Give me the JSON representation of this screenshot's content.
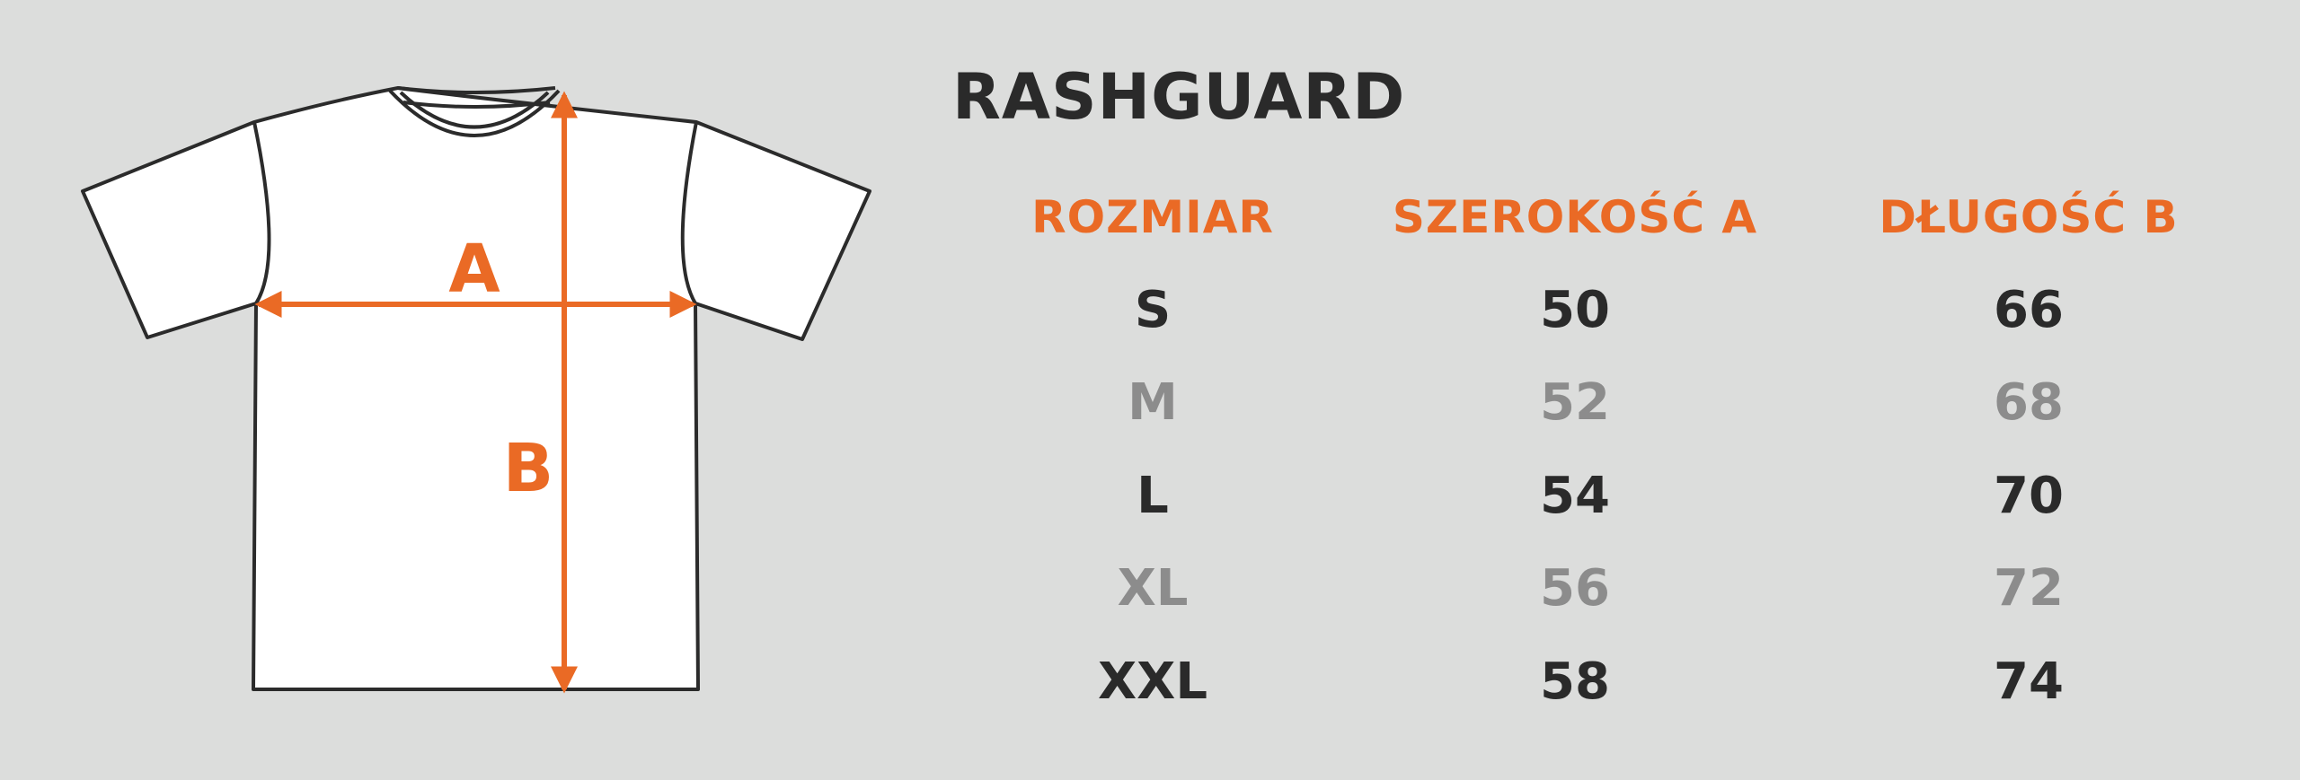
{
  "title": "RASHGUARD",
  "diagram": {
    "label_a": "A",
    "label_b": "B"
  },
  "table": {
    "headers": [
      "ROZMIAR",
      "SZEROKOŚĆ A",
      "DŁUGOŚĆ B"
    ],
    "rows": [
      [
        "S",
        "50",
        "66"
      ],
      [
        "M",
        "52",
        "68"
      ],
      [
        "L",
        "54",
        "70"
      ],
      [
        "XL",
        "56",
        "72"
      ],
      [
        "XXL",
        "58",
        "74"
      ]
    ]
  },
  "colors": {
    "background": "#dcdddc",
    "accent": "#ea6a25",
    "text_dark": "#2a2a2a",
    "text_light": "#8c8c8c",
    "shirt_fill": "#ffffff",
    "shirt_outline": "#2b2b2b"
  }
}
